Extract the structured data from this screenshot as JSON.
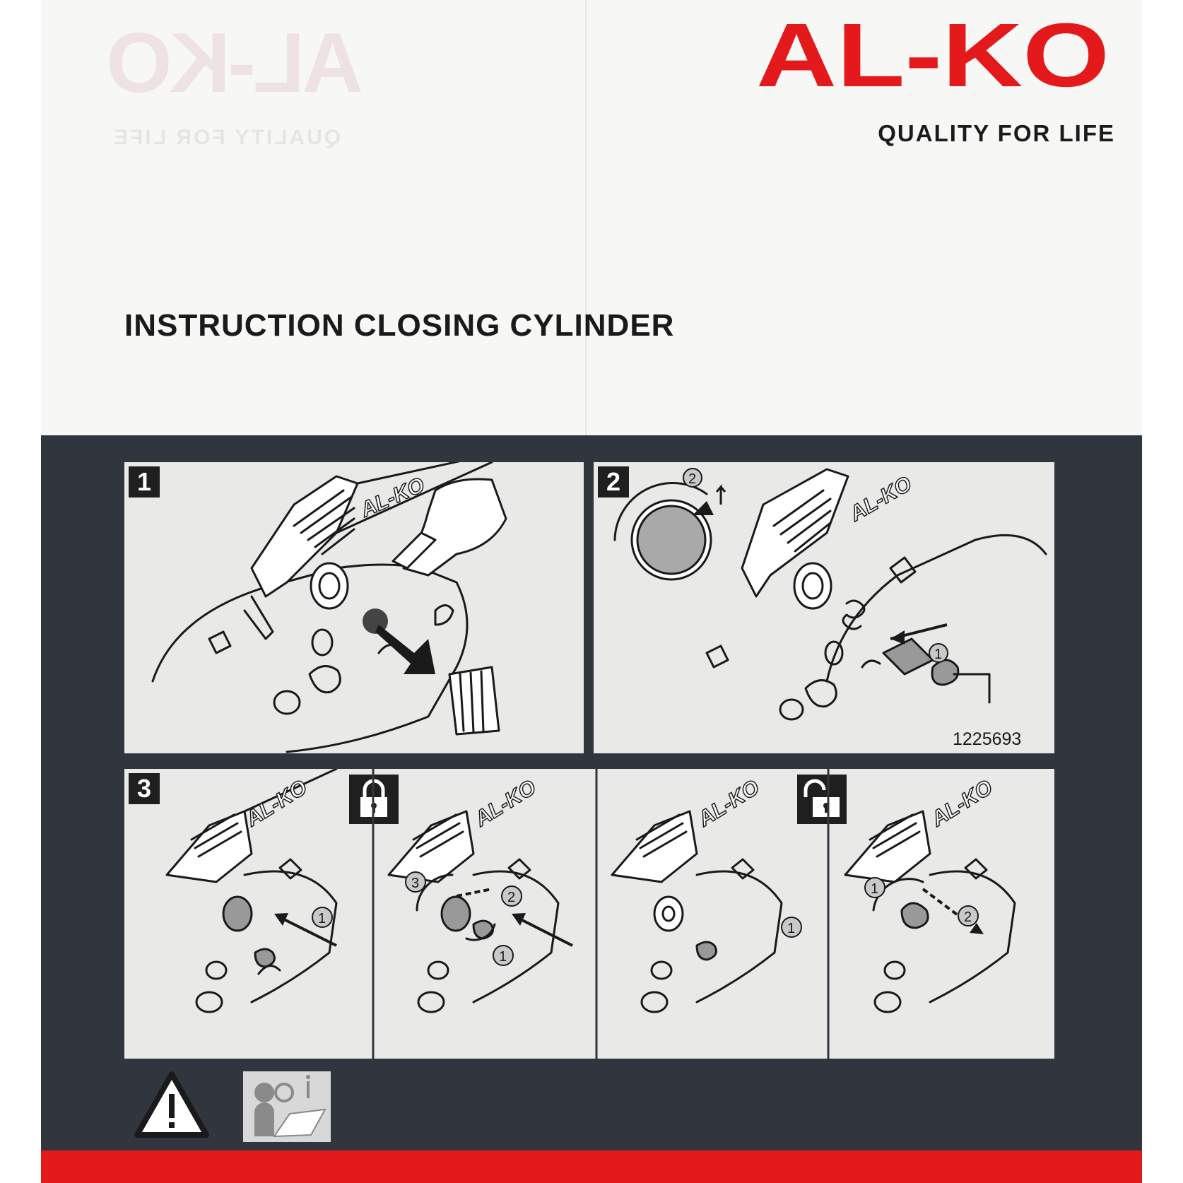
{
  "brand": {
    "logo_text": "AL-KO",
    "tagline": "QUALITY FOR LIFE",
    "color": "#e3191b"
  },
  "title": "INSTRUCTION CLOSING CYLINDER",
  "steps": [
    {
      "number": "1"
    },
    {
      "number": "2",
      "part_number": "1225693"
    },
    {
      "number": "3"
    }
  ],
  "icons": [
    "lock-closed-icon",
    "lock-open-icon",
    "warning-icon",
    "read-manual-icon"
  ],
  "callouts": [
    "1",
    "2",
    "3"
  ],
  "colors": {
    "dark_band": "#30353e",
    "red_band": "#e3191b",
    "panel": "#e9e9e7"
  }
}
